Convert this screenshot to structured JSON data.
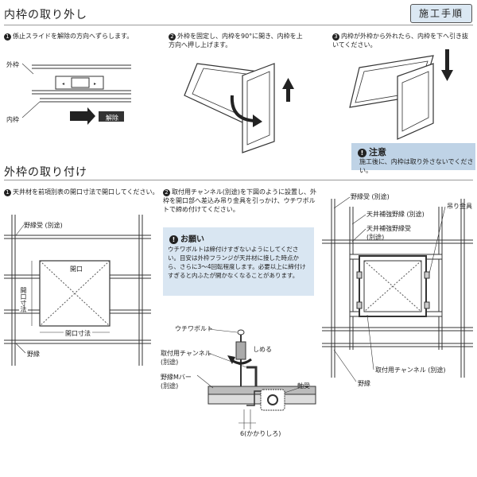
{
  "header": {
    "section1_title": "内枠の取り外し",
    "badge": "施工手順"
  },
  "removal": {
    "step1": {
      "num": "1",
      "text": "係止スライドを解除の方向へずらします。"
    },
    "step2": {
      "num": "2",
      "text": "外枠を固定し、内枠を90°に開き、内枠を上方向へ押し上げます。"
    },
    "step3": {
      "num": "3",
      "text": "内枠が外枠から外れたら、内枠を下へ引き抜いてください。"
    },
    "label_outer": "外枠",
    "label_inner": "内枠",
    "label_release": "解除"
  },
  "caution": {
    "title": "注意",
    "body": "施工後に、内枠は取り外さないでください。"
  },
  "section2_title": "外枠の取り付け",
  "install": {
    "step1": {
      "num": "1",
      "text": "天井材を前項別表の開口寸法で開口してください。"
    },
    "step2": {
      "num": "2",
      "text": "取付用チャンネル(別途)を下図のように設置し、外枠を開口部へ差込み吊り金具を引っかけ、ウチワボルトで締め付けてください。"
    },
    "label_joist_receiver": "野縁受 (別途)",
    "label_opening": "開口",
    "label_opening_dim": "開口寸法",
    "label_joist": "野縁",
    "label_uchiwa_bolt": "ウチワボルト",
    "label_tighten": "しめる",
    "label_channel": "取付用チャンネル\n(別途)",
    "label_mbar": "野縁Mバー\n(別途)",
    "label_bearing": "軸受",
    "label_hook": "6(かかりしろ)",
    "label_joist_receiver_r": "野縁受 (別途)",
    "label_reinf_joist": "天井補強野縁 (別途)",
    "label_reinf_receiver": "天井補強野縁受\n(別途)",
    "label_hanger": "吊り金具",
    "label_channel_r": "取付用チャンネル (別途)",
    "label_joist_r": "野縁"
  },
  "request": {
    "title": "お願い",
    "body": "ウチワボルトは締付けすぎないようにしてください。目安は外枠フランジが天井材に接した時点から、さらに3～4回転程度します。必要以上に締付けすぎると内ふたが開かなくなることがあります。"
  }
}
